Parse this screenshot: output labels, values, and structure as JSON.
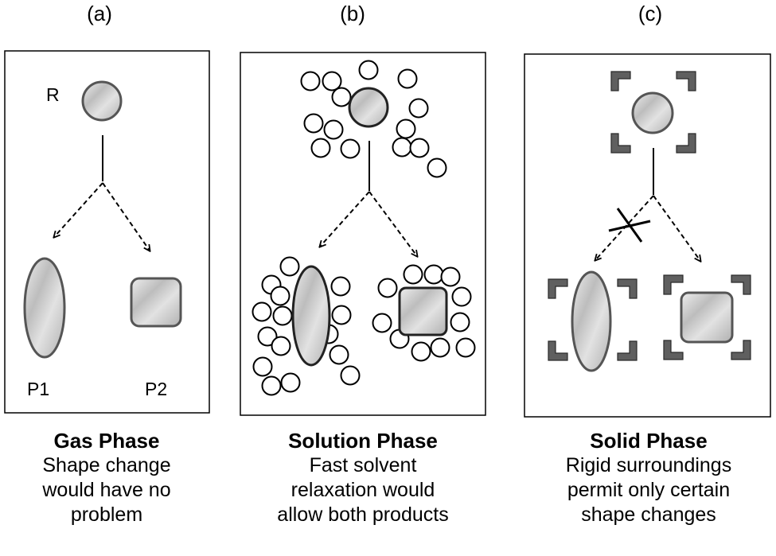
{
  "panels": [
    {
      "letter": "(a)",
      "title": "Gas Phase",
      "caption_lines": [
        "Shape change",
        "would have no",
        "problem"
      ],
      "reactant_label": "R",
      "product_labels": [
        "P1",
        "P2"
      ]
    },
    {
      "letter": "(b)",
      "title": "Solution Phase",
      "caption_lines": [
        "Fast solvent",
        "relaxation would",
        "allow both products"
      ]
    },
    {
      "letter": "(c)",
      "title": "Solid Phase",
      "caption_lines": [
        "Rigid surroundings",
        "permit only certain",
        "shape changes"
      ]
    }
  ],
  "colors": {
    "shape_fill": "#c9c9c9",
    "shape_stroke": "#555555",
    "bracket_fill": "#5f5f5f",
    "frame_stroke": "#000000"
  }
}
